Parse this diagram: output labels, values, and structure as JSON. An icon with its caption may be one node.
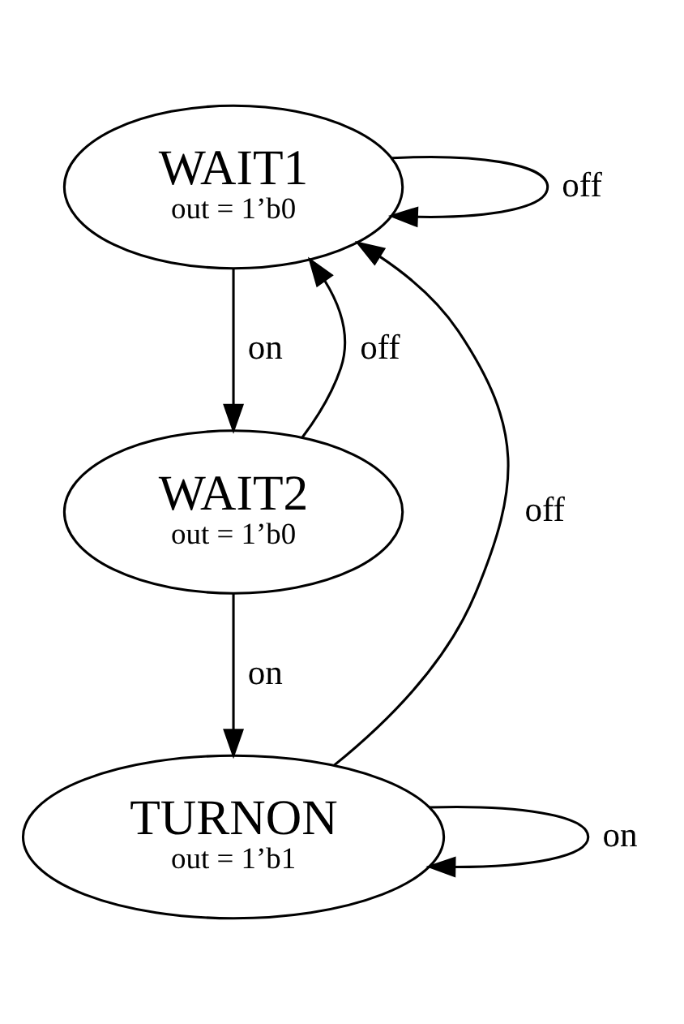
{
  "diagram": {
    "nodes": [
      {
        "text": [
          "WAIT1",
          "out = 1’b0"
        ]
      },
      {
        "text": [
          "WAIT2",
          "out = 1’b0"
        ]
      },
      {
        "text": [
          "TURNON",
          "out = 1’b1"
        ]
      }
    ],
    "edges": [
      {
        "from": 0,
        "to": 0,
        "arrow": "to",
        "label": "off"
      },
      {
        "from": 0,
        "to": 1,
        "arrow": "to",
        "label": "on"
      },
      {
        "from": 1,
        "to": 0,
        "arrow": "to",
        "label": "off"
      },
      {
        "from": 1,
        "to": 2,
        "arrow": "to",
        "label": "on"
      },
      {
        "from": 2,
        "to": 0,
        "arrow": "to",
        "label": "off"
      },
      {
        "from": 2,
        "to": 2,
        "arrow": "to",
        "label": "on"
      }
    ]
  }
}
